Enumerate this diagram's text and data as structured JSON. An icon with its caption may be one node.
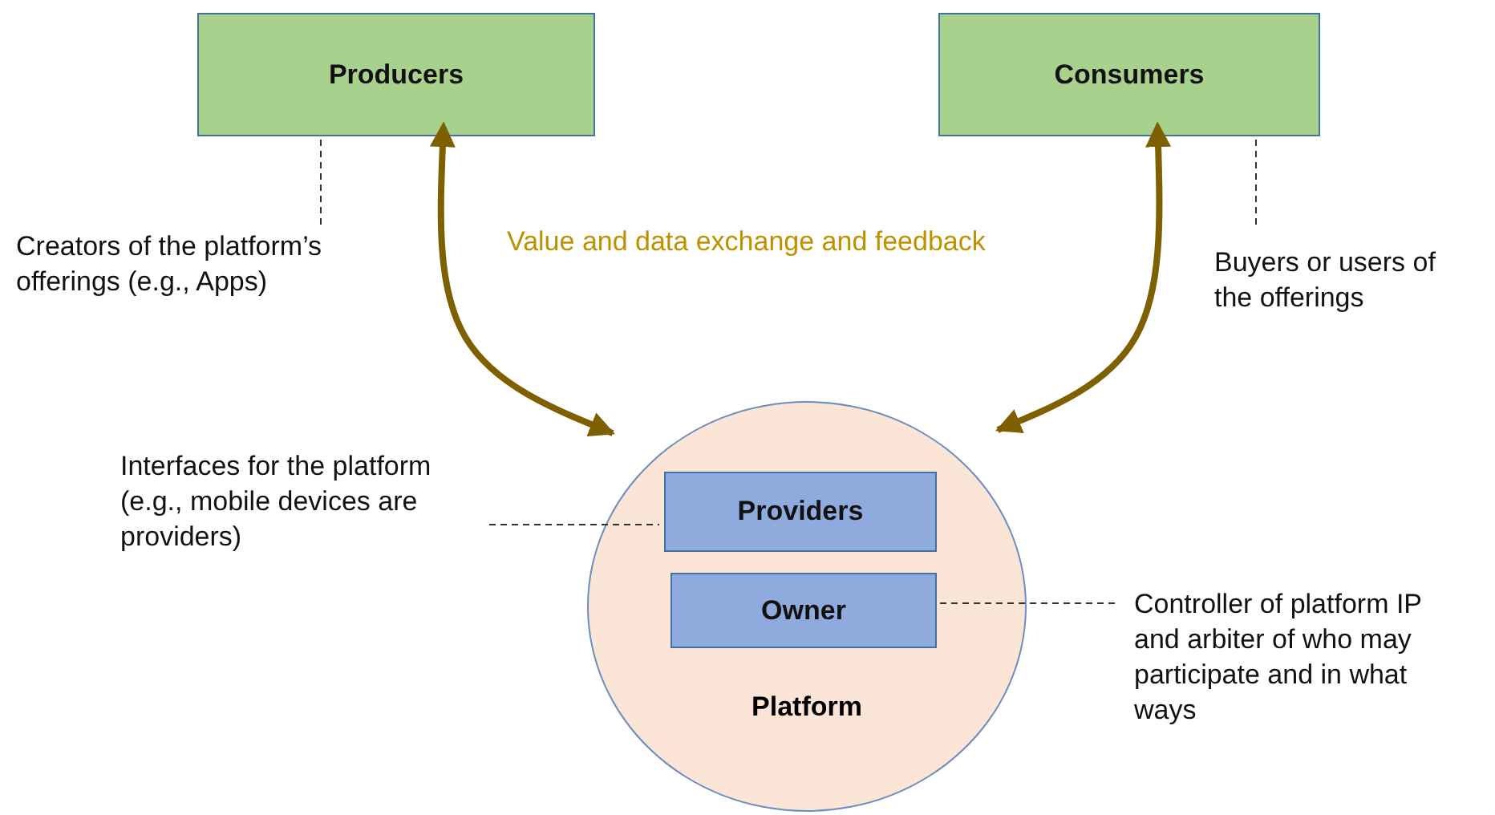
{
  "diagram": {
    "nodes": [
      {
        "text": [
          "Producers"
        ]
      },
      {
        "text": [
          "Consumers"
        ]
      },
      {
        "text": [
          "Platform"
        ]
      },
      {
        "text": [
          "Providers"
        ],
        "in": 2
      },
      {
        "text": [
          "Owner"
        ],
        "in": 2
      },
      {
        "text": [
          "Creators of the platform’s offerings (e.g., Apps)"
        ]
      },
      {
        "text": [
          "Buyers or users of the offerings"
        ]
      },
      {
        "text": [
          "Interfaces for the platform (e.g., mobile devices are providers)"
        ]
      },
      {
        "text": [
          "Controller of platform IP and arbiter of who may participate and in what ways"
        ]
      }
    ],
    "edges": [
      {
        "from": 0,
        "to": 2,
        "arrow": "both",
        "style": "thick",
        "color": "#7f6000"
      },
      {
        "from": 1,
        "to": 2,
        "arrow": "both",
        "style": "thick",
        "color": "#7f6000"
      },
      {
        "from": 5,
        "to": 0,
        "arrow": "none",
        "style": "dashed"
      },
      {
        "from": 6,
        "to": 1,
        "arrow": "none",
        "style": "dashed"
      },
      {
        "from": 7,
        "to": 3,
        "arrow": "none",
        "style": "dashed"
      },
      {
        "from": 8,
        "to": 4,
        "arrow": "none",
        "style": "dashed"
      }
    ],
    "labels": [
      "Value and data exchange and feedback"
    ]
  }
}
